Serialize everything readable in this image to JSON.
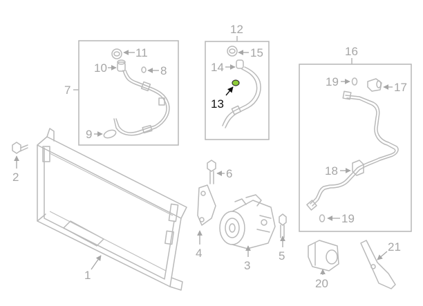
{
  "colors": {
    "part_stroke": "#b9b9b9",
    "label": "#a6a6a6",
    "highlight_label": "#111111",
    "highlight_fill": "#8fce3a"
  },
  "callouts": {
    "c1": "1",
    "c2": "2",
    "c3": "3",
    "c4": "4",
    "c5": "5",
    "c6": "6",
    "c7": "7",
    "c8": "8",
    "c9": "9",
    "c10": "10",
    "c11": "11",
    "c12": "12",
    "c13": "13",
    "c14": "14",
    "c15": "15",
    "c16": "16",
    "c17": "17",
    "c18": "18",
    "c19a": "19",
    "c19b": "19",
    "c20": "20",
    "c21": "21"
  },
  "highlighted_part": "13"
}
